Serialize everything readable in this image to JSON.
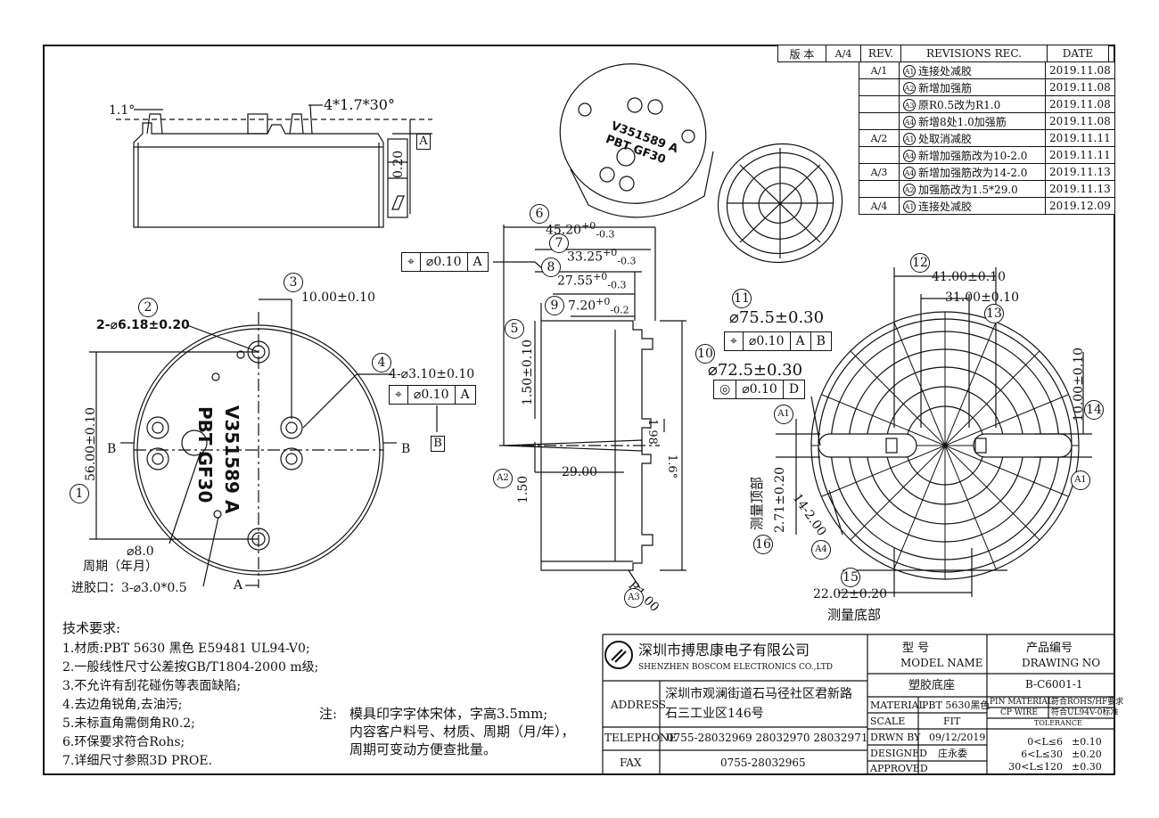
{
  "revision_block": {
    "version_label": "版 本",
    "version_value": "A/4",
    "headers": [
      "REV.",
      "REVISIONS REC.",
      "DATE"
    ],
    "rows": [
      {
        "rev": "A/1",
        "mark": "A1",
        "text": "连接处减胶",
        "date": "2019.11.08"
      },
      {
        "rev": "",
        "mark": "A2",
        "text": "新增加强筋",
        "date": "2019.11.08"
      },
      {
        "rev": "",
        "mark": "A3",
        "text": "原R0.5改为R1.0",
        "date": "2019.11.08"
      },
      {
        "rev": "",
        "mark": "A4",
        "text": "新增8处1.0加强筋",
        "date": "2019.11.08"
      },
      {
        "rev": "A/2",
        "mark": "A1",
        "text": "处取消减胶",
        "date": "2019.11.11"
      },
      {
        "rev": "",
        "mark": "A4",
        "text": "新增加强筋改为10-2.0",
        "date": "2019.11.11"
      },
      {
        "rev": "A/3",
        "mark": "A4",
        "text": "新增加强筋改为14-2.0",
        "date": "2019.11.13"
      },
      {
        "rev": "",
        "mark": "A2",
        "text": "加强筋改为1.5*29.0",
        "date": "2019.11.13"
      },
      {
        "rev": "A/4",
        "mark": "A1",
        "text": "连接处减胶",
        "date": "2019.12.09"
      }
    ]
  },
  "side_view": {
    "dim_1_1": "1.1°",
    "rib_note": "4*1.7*30°",
    "flatness": "0.20",
    "datum": "A"
  },
  "front_view": {
    "dim_holes": "2-⌀6.18±0.20",
    "dim_10": "10.00±0.10",
    "dim_56": "56.00±0.10",
    "dim_small_holes": "4-⌀3.10±0.10",
    "fcf_tol": "⌀0.10",
    "fcf_datum": "A",
    "datum_b": "B",
    "section_b_left": "B",
    "section_b_right": "B",
    "section_a": "A",
    "mark_text_1": "V351589  A",
    "mark_text_2": "PBT  GF30",
    "dia8": "⌀8.0",
    "cycle": "周期（年月）",
    "gate": "进胶口：3-⌀3.0*0.5"
  },
  "section_view": {
    "dim_6": "45.20",
    "dim_6_tol_plus": "+0",
    "dim_6_tol_minus": "-0.3",
    "dim_7": "33.25",
    "dim_7_tol_plus": "+0",
    "dim_7_tol_minus": "-0.3",
    "dim_8": "27.55",
    "dim_8_tol_plus": "+0",
    "dim_8_tol_minus": "-0.3",
    "dim_9": "7.20",
    "dim_9_tol_plus": "+0",
    "dim_9_tol_minus": "-0.2",
    "fcf_tol": "⌀0.10",
    "fcf_datum": "A",
    "dim_5": "1.50±0.10",
    "dim_198": "1.98",
    "dim_16deg": "1.6°",
    "dim_29": "29.00",
    "dim_150": "1.50",
    "radius": "R1.00"
  },
  "bottom_view": {
    "dim_755": "⌀75.5±0.30",
    "fcf1_tol": "⌀0.10",
    "fcf1_datum1": "A",
    "fcf1_datum2": "B",
    "dim_725": "⌀72.5±0.30",
    "fcf2_tol": "⌀0.10",
    "fcf2_datum": "D",
    "dim_41": "41.00±0.10",
    "dim_31": "31.00±0.10",
    "dim_10": "10.00±0.10",
    "dim_271": "2.71±0.20",
    "dim_14": "14-2.00",
    "dim_2202": "22.02±0.20",
    "measure_top": "测量顶部",
    "measure_bottom": "测量底部"
  },
  "balloons": [
    "1",
    "2",
    "3",
    "4",
    "5",
    "6",
    "7",
    "8",
    "9",
    "10",
    "11",
    "12",
    "13",
    "14",
    "15",
    "16"
  ],
  "rev_markers": [
    "A1",
    "A2",
    "A3",
    "A4"
  ],
  "tech_req": {
    "title": "技术要求:",
    "items": [
      "1.材质:PBT 5630  黑色  E59481  UL94-V0;",
      "2.一般线性尺寸公差按GB/T1804-2000 m级;",
      "3.不允许有刮花碰伤等表面缺陷;",
      "4.去边角锐角,去油污;",
      "5.未标直角需倒角R0.2;",
      "6.环保要求符合Rohs;",
      "7.详细尺寸参照3D PROE."
    ]
  },
  "note": {
    "label": "注:",
    "lines": [
      "模具印字字体宋体，字高3.5mm;",
      "内容客户料号、材质、周期（月/年），",
      "周期可变动方便查批量。"
    ]
  },
  "title_block": {
    "company_cn": "深圳市搏思康电子有限公司",
    "company_en": "SHENZHEN BOSCOM ELECTRONICS CO.,LTD",
    "address_label": "ADDRESS",
    "address_1": "深圳市观澜街道石马径社区君新路",
    "address_2": "石三工业区146号",
    "telephone_label": "TELEPHONE",
    "telephone": "0755-28032969 28032970 28032971",
    "fax_label": "FAX",
    "fax": "0755-28032965",
    "model_cn": "型    号",
    "model_en": "MODEL NAME",
    "model_value": "塑胶底座",
    "drawing_cn": "产品编号",
    "drawing_en": "DRAWING NO",
    "drawing_value": "B-C6001-1",
    "material_label": "MATERIAL",
    "material_value": "PBT 5630黑色",
    "scale_label": "SCALE",
    "scale_value": "FIT",
    "drawn_label": "DRWN BY",
    "drawn_value": "09/12/2019",
    "designed_label": "DESIGNED",
    "designed_value": "庄永委",
    "approved_label": "APPROVED",
    "approved_value": "",
    "pin_material_label": "PIN MATERIAL:",
    "pin_material_value": "符合ROHS/HF要求",
    "cp_wire_label": "CP WIRE",
    "cp_wire_value": "符合UL94V-0标准",
    "tolerance_label": "TOLERANCE",
    "tol_rows": [
      {
        "range": "0<L≤6",
        "tol": "±0.10"
      },
      {
        "range": "6<L≤30",
        "tol": "±0.20"
      },
      {
        "range": "30<L≤120",
        "tol": "±0.30"
      }
    ]
  },
  "iso_view": {
    "mark_1": "V351589  A",
    "mark_2": "PBT  GF30"
  }
}
